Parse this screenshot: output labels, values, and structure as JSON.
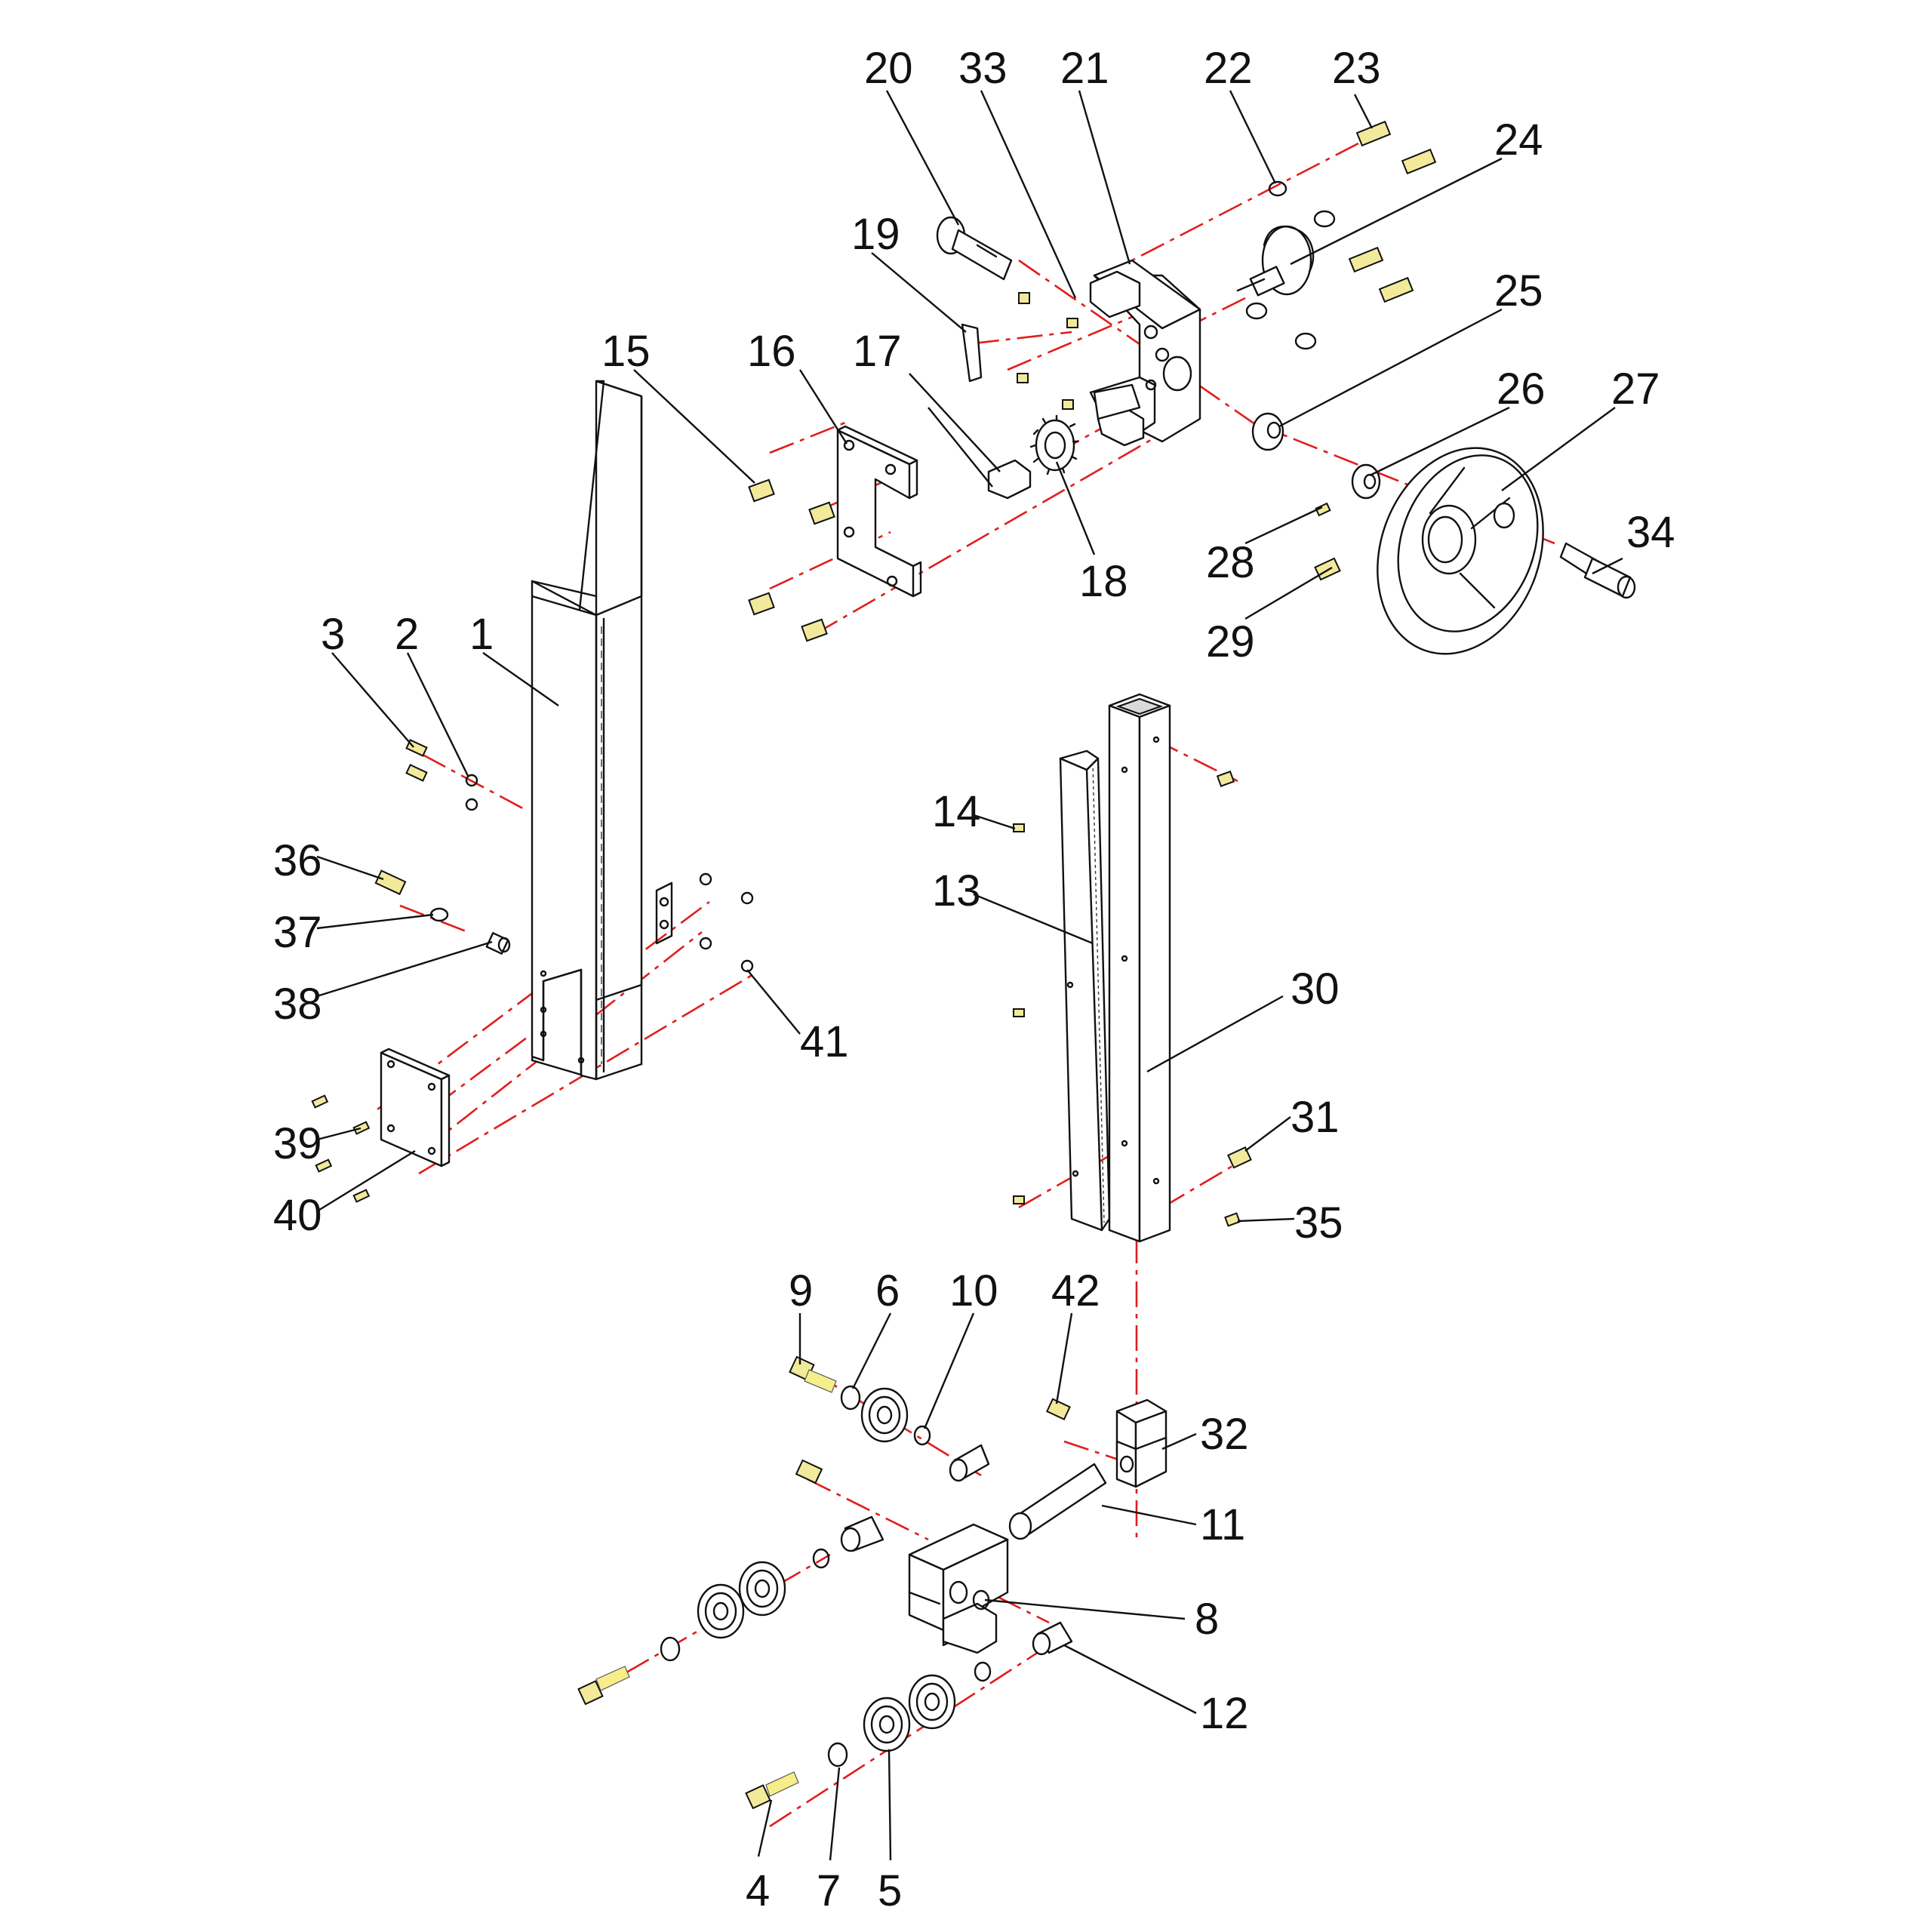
{
  "diagram": {
    "type": "exploded parts diagram",
    "colors": {
      "outline": "#111111",
      "assembly_axis": "#e11d1d",
      "fastener": "#f2ea9a",
      "background": "#ffffff"
    },
    "callouts": [
      "1",
      "2",
      "3",
      "4",
      "5",
      "6",
      "7",
      "8",
      "9",
      "10",
      "11",
      "12",
      "13",
      "14",
      "15",
      "16",
      "17",
      "18",
      "19",
      "20",
      "21",
      "22",
      "23",
      "24",
      "25",
      "26",
      "27",
      "28",
      "29",
      "30",
      "31",
      "32",
      "33",
      "34",
      "35",
      "36",
      "37",
      "38",
      "39",
      "40",
      "41",
      "42"
    ]
  }
}
